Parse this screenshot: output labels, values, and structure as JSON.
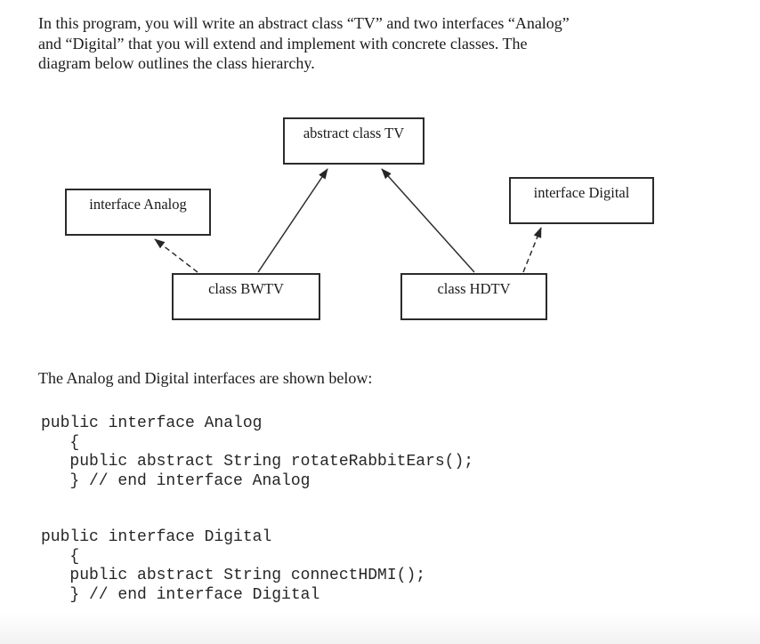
{
  "intro": {
    "lines": [
      "In this program, you will write an abstract class “TV” and two interfaces “Analog”",
      "and “Digital” that you will extend and implement with concrete classes. The",
      "diagram below outlines the class hierarchy."
    ]
  },
  "diagram": {
    "nodes": [
      {
        "id": "tv",
        "label": "abstract class TV"
      },
      {
        "id": "analog",
        "label": "interface Analog"
      },
      {
        "id": "digital",
        "label": "interface Digital"
      },
      {
        "id": "bwtv",
        "label": "class BWTV"
      },
      {
        "id": "hdtv",
        "label": "class HDTV"
      }
    ],
    "edges": [
      {
        "from": "class BWTV",
        "to": "abstract class TV",
        "style": "solid"
      },
      {
        "from": "class HDTV",
        "to": "abstract class TV",
        "style": "solid"
      },
      {
        "from": "class BWTV",
        "to": "interface Analog",
        "style": "dashed"
      },
      {
        "from": "class HDTV",
        "to": "interface Digital",
        "style": "dashed"
      }
    ]
  },
  "section_heading": "The Analog and Digital interfaces are shown below:",
  "code": {
    "analog": "public interface Analog\n   {\n   public abstract String rotateRabbitEars();\n   } // end interface Analog",
    "digital": "public interface Digital\n   {\n   public abstract String connectHDMI();\n   } // end interface Digital"
  }
}
